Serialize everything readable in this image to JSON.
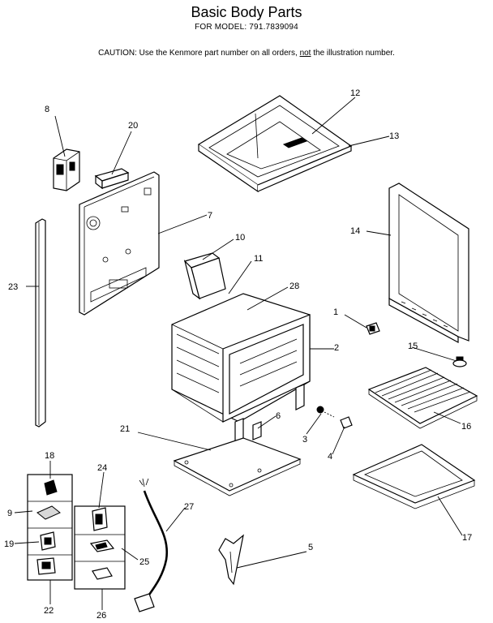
{
  "header": {
    "title": "Basic Body Parts",
    "model_line": "FOR MODEL:  791.7839094",
    "caution_before": "CAUTION:  Use the Kenmore part number on all orders, ",
    "caution_underlined": "not",
    "caution_after": " the illustration number."
  },
  "callouts": {
    "c1": "1",
    "c2": "2",
    "c3": "3",
    "c4": "4",
    "c5": "5",
    "c6": "6",
    "c7": "7",
    "c8": "8",
    "c9": "9",
    "c10": "10",
    "c11": "11",
    "c12": "12",
    "c13": "13",
    "c14": "14",
    "c15": "15",
    "c16": "16",
    "c17": "17",
    "c18": "18",
    "c19": "19",
    "c20": "20",
    "c21": "21",
    "c22": "22",
    "c23": "23",
    "c24": "24",
    "c25": "25",
    "c26": "26",
    "c27": "27",
    "c28": "28"
  }
}
